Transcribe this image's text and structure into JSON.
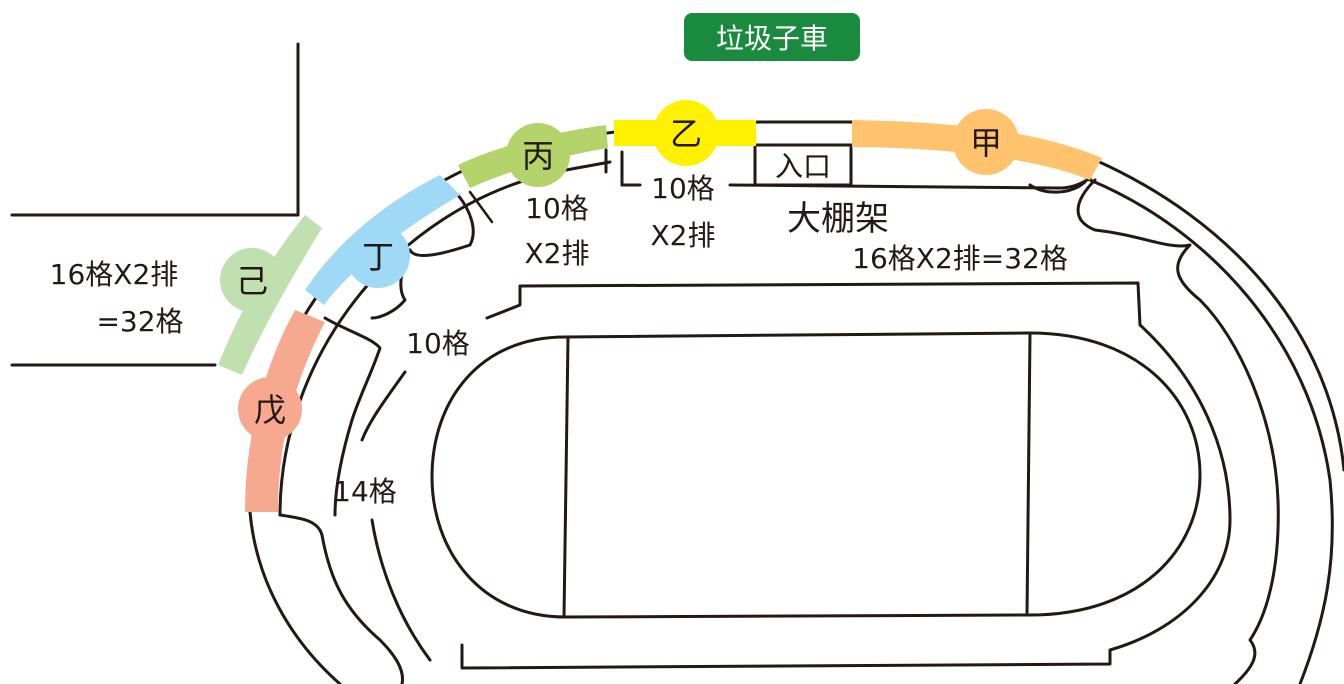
{
  "legend": {
    "garbage_truck": "垃圾子車",
    "garbage_truck_color": "#1a8a3e"
  },
  "zones": [
    {
      "id": "jia",
      "label": "甲",
      "color": "#ffc36d"
    },
    {
      "id": "yi",
      "label": "乙",
      "color": "#fff100"
    },
    {
      "id": "bing",
      "label": "丙",
      "color": "#b5d36b"
    },
    {
      "id": "ding",
      "label": "丁",
      "color": "#9fd9f6"
    },
    {
      "id": "wu",
      "label": "戊",
      "color": "#f7a98f"
    },
    {
      "id": "ji",
      "label": "己",
      "color": "#c0e0b0"
    }
  ],
  "labels": {
    "entrance": "入口",
    "canopy": "大棚架",
    "canopy_capacity": "16格X2排=32格",
    "yi_count": "10格",
    "yi_rows": "X2排",
    "bing_count": "10格",
    "bing_rows": "X2排",
    "ji_capacity_line1": "16格X2排",
    "ji_capacity_line2": "=32格",
    "inner_ding": "10格",
    "inner_wu": "14格"
  }
}
